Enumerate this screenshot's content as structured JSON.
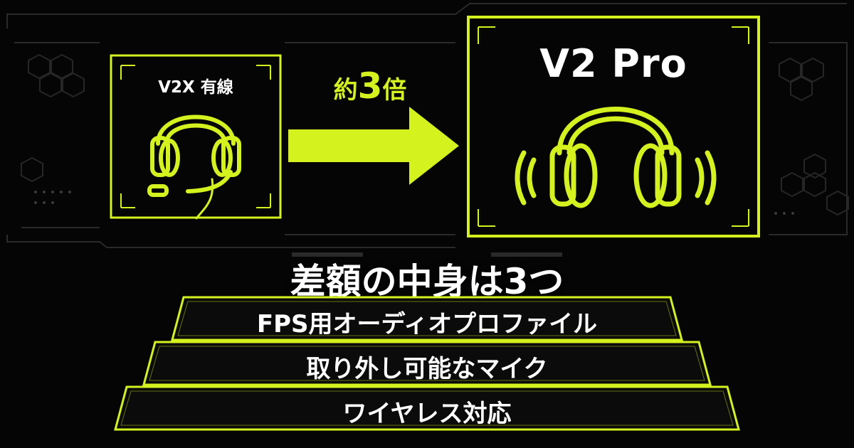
{
  "colors": {
    "accent": "#d4f21e",
    "background": "#050505",
    "text": "#ffffff",
    "panel_lines": "#2a2a2a"
  },
  "left_panel": {
    "title": "V2X 有線",
    "icon": "headset-with-mic-icon"
  },
  "arrow": {
    "label_prefix": "約",
    "label_number": "3",
    "label_suffix": "倍",
    "icon": "right-arrow-icon"
  },
  "right_panel": {
    "title": "V2 Pro",
    "icon": "wireless-headphones-icon"
  },
  "heading": "差額の中身は3つ",
  "features": [
    {
      "label": "FPS用オーディオプロファイル"
    },
    {
      "label": "取り外し可能なマイク"
    },
    {
      "label": "ワイヤレス対応"
    }
  ]
}
